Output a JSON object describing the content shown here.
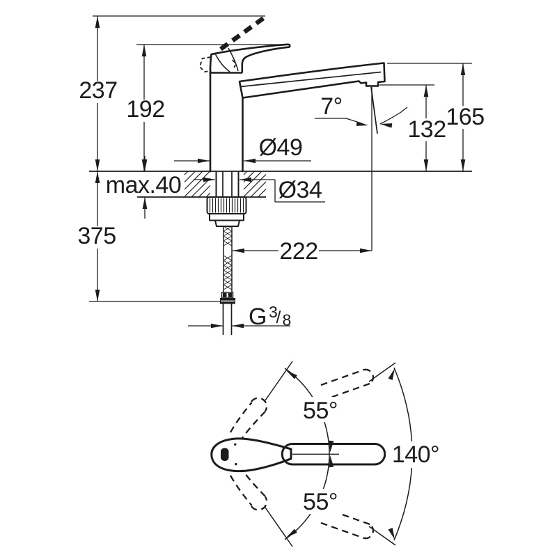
{
  "colors": {
    "line": "#1c1c1c",
    "background": "#ffffff"
  },
  "side_view": {
    "total_height": "237",
    "height_to_lever": "192",
    "spout_top_height": "165",
    "outlet_height": "132",
    "spout_angle": "7°",
    "base_diameter": "Ø49",
    "max_mounting_thickness": "max.40",
    "shank_diameter": "Ø34",
    "hose_length_below": "375",
    "spout_reach": "222",
    "thread": {
      "prefix": "G",
      "numerator": "3",
      "slash": "/",
      "denominator": "8"
    }
  },
  "top_view": {
    "swivel_upper": "55°",
    "swivel_lower": "55°",
    "swivel_total": "140°"
  }
}
